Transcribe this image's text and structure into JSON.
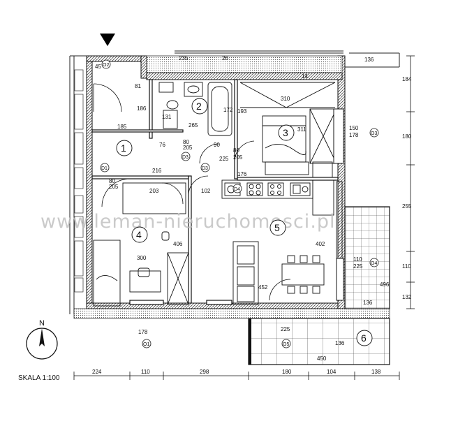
{
  "watermark": "www.leman-nieruchomosci.pl",
  "scale": "SKALA 1:100",
  "north": "N",
  "rooms": [
    "1",
    "2",
    "3",
    "4",
    "5",
    "6"
  ],
  "dims": {
    "top_45": "45",
    "top_235": "235",
    "top_136": "136",
    "top_26": "26",
    "top_14": "14",
    "d81": "81",
    "d186": "186",
    "d131": "131",
    "d185": "185",
    "d76": "76",
    "d216": "216",
    "d265": "265",
    "d172": "172",
    "d193": "193",
    "d310": "310",
    "d311": "311",
    "d90": "90",
    "d80a": "80",
    "d205a": "205",
    "d225a": "225",
    "d80b": "80",
    "d205b": "205",
    "d176": "176",
    "d203": "203",
    "d102": "102",
    "d80c": "80",
    "d205c": "205",
    "d406": "406",
    "d300": "300",
    "d402": "402",
    "d452": "452",
    "r184": "184",
    "r180": "180",
    "r255": "255",
    "r110": "110",
    "r132": "132",
    "b496": "496",
    "b136": "136",
    "b110": "110",
    "b225": "225",
    "b225v": "225",
    "b136v": "136",
    "b450": "450",
    "b178": "178",
    "b150": "150",
    "b178b": "178",
    "bot_224": "224",
    "bot_110": "110",
    "bot_298": "298",
    "bot_180": "180",
    "bot_104": "104",
    "bot_138": "138"
  },
  "codes": {
    "o2": "O2",
    "d1": "D1",
    "d3a": "D3",
    "d3b": "D3",
    "d4": "D4",
    "o3": "O3",
    "o4": "O4",
    "o1": "O1",
    "o5": "O5"
  }
}
